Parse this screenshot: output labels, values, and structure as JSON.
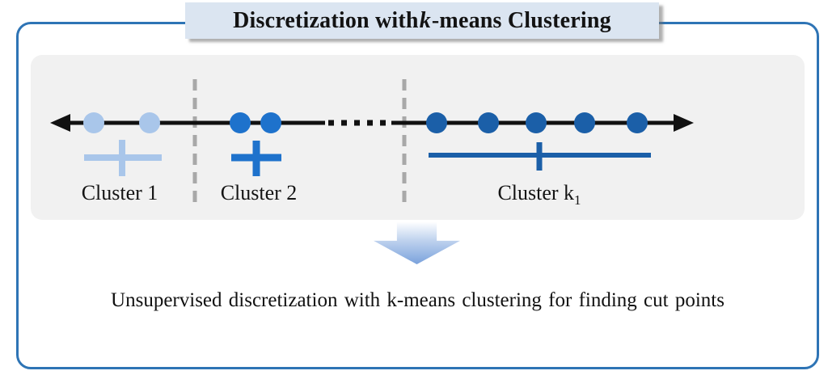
{
  "title": {
    "text_before_k": "Discretization with ",
    "k": "k",
    "text_after_k": "-means Clustering"
  },
  "panel": {
    "clusters": [
      {
        "label": "Cluster 1",
        "dot_count": 2,
        "color": "#a9c6ea"
      },
      {
        "label": "Cluster 2",
        "dot_count": 2,
        "color": "#1e72cc"
      },
      {
        "label_base": "Cluster k",
        "label_sub": "1",
        "dot_count": 5,
        "color": "#1b5fa8"
      }
    ]
  },
  "caption": "Unsupervised discretization with k-means clustering for finding cut points",
  "colors": {
    "border": "#2e74b5",
    "titleBg": "#dbe5f1",
    "panelBg": "#f1f1f1",
    "axis": "#111111",
    "divider": "#a8a8a8",
    "cluster1": "#a9c6ea",
    "cluster2": "#1e72cc",
    "cluster3": "#1b5fa8",
    "arrowEnd": "#7aa2dc"
  }
}
